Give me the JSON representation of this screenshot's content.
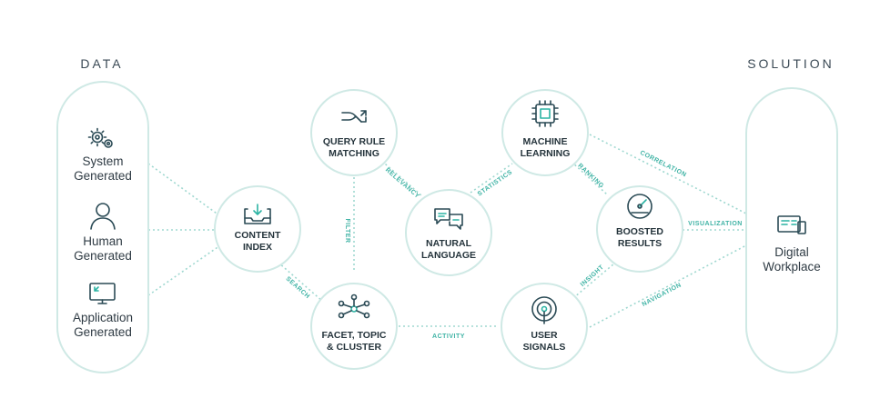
{
  "colors": {
    "accent": "#3fb3a5",
    "outline": "#cfe9e5",
    "text": "#25343c"
  },
  "data_heading": "DATA",
  "solution_heading": "SOLUTION",
  "sources": [
    {
      "line1": "System",
      "line2": "Generated",
      "icon": "gears-icon"
    },
    {
      "line1": "Human",
      "line2": "Generated",
      "icon": "person-icon"
    },
    {
      "line1": "Application",
      "line2": "Generated",
      "icon": "monitor-icon"
    }
  ],
  "solution": {
    "line1": "Digital",
    "line2": "Workplace",
    "icon": "workplace-icon"
  },
  "nodes": {
    "content_index": {
      "line1": "CONTENT",
      "line2": "INDEX",
      "icon": "inbox-icon"
    },
    "query_rule": {
      "line1": "QUERY RULE",
      "line2": "MATCHING",
      "icon": "split-arrows-icon"
    },
    "facet": {
      "line1": "FACET, TOPIC",
      "line2": "& CLUSTER",
      "icon": "network-icon"
    },
    "natural_language": {
      "line1": "NATURAL",
      "line2": "LANGUAGE",
      "icon": "speech-bubbles-icon"
    },
    "machine_learning": {
      "line1": "MACHINE",
      "line2": "LEARNING",
      "icon": "chip-icon"
    },
    "user_signals": {
      "line1": "USER",
      "line2": "SIGNALS",
      "icon": "signal-icon"
    },
    "boosted_results": {
      "line1": "BOOSTED",
      "line2": "RESULTS",
      "icon": "gauge-icon"
    }
  },
  "edges": {
    "search": "SEARCH",
    "filter": "FILTER",
    "relevancy": "RELEVANCY",
    "statistics": "STATISTICS",
    "ranking": "RANKING",
    "correlation": "CORRELATION",
    "visualization": "VISUALIZATION",
    "insight": "INSIGHT",
    "navigation": "NAVIGATION",
    "activity": "ACTIVITY"
  }
}
